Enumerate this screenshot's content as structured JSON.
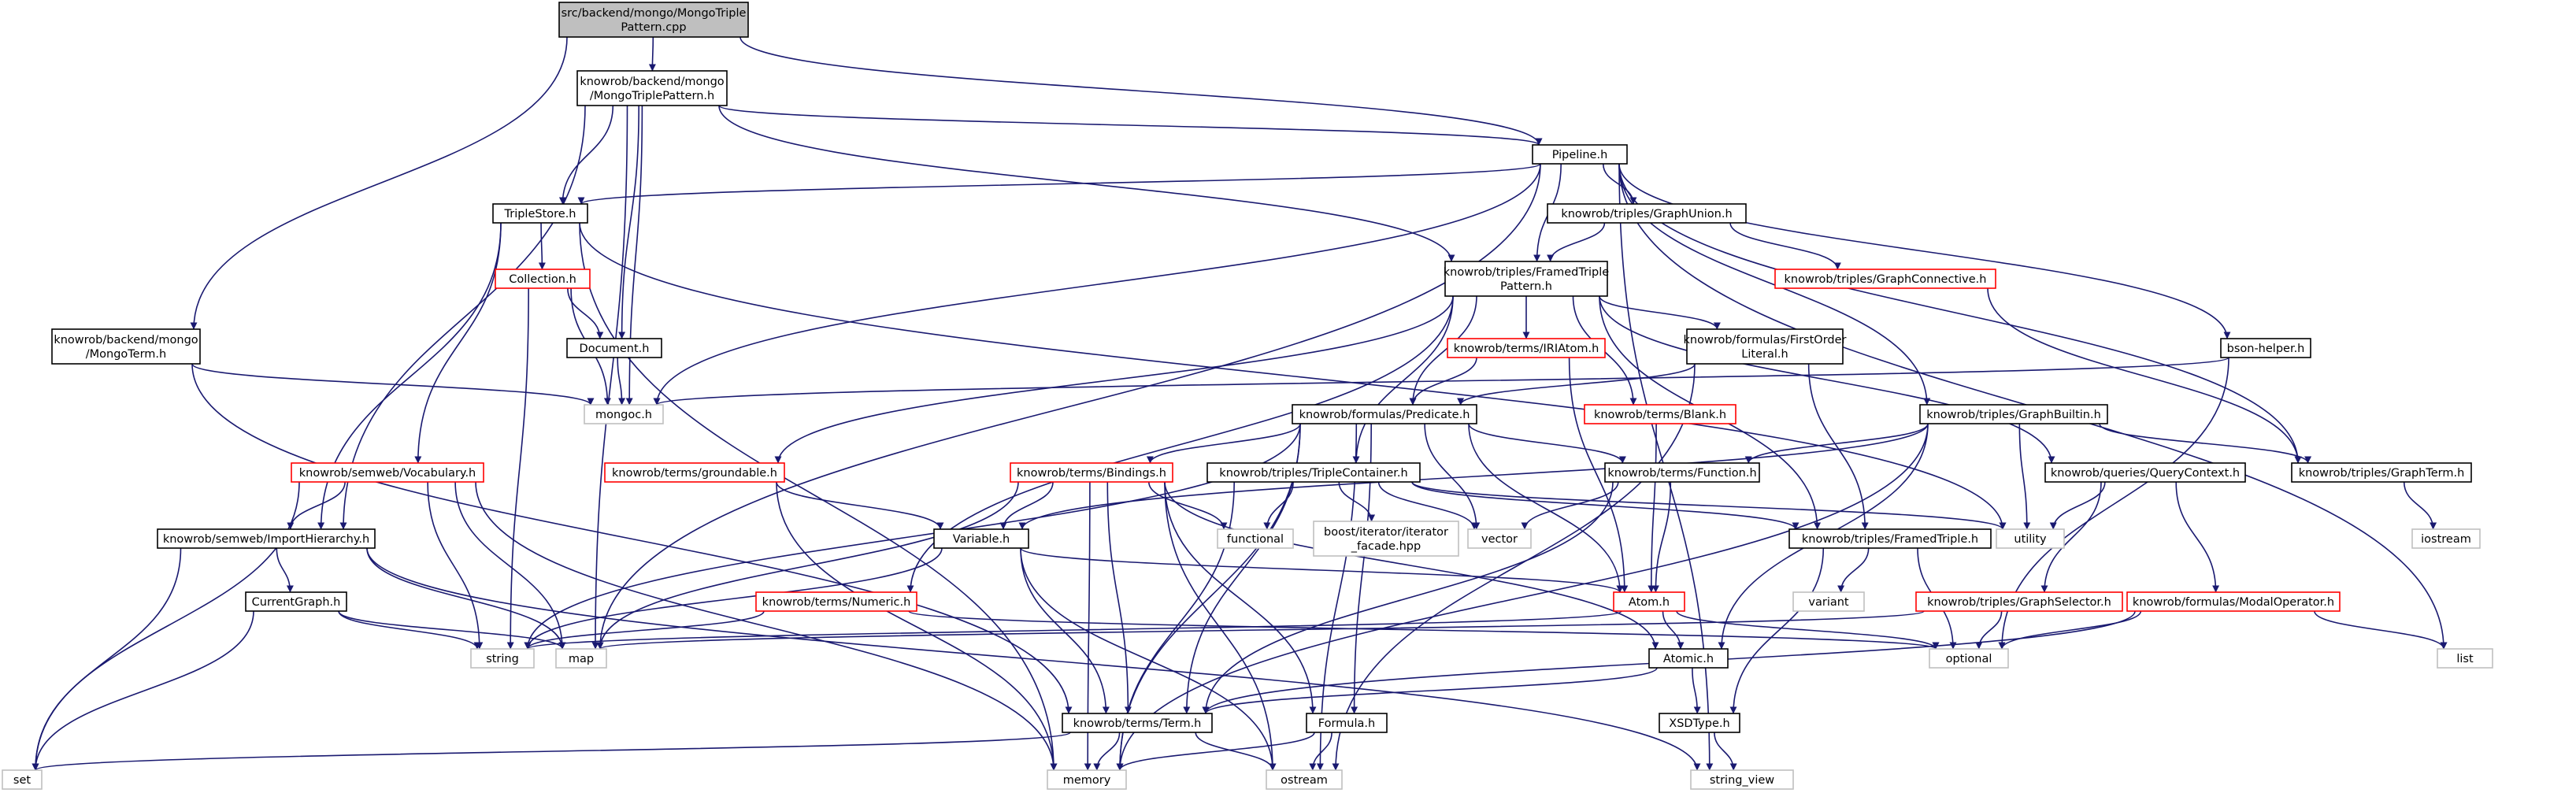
{
  "colors": {
    "edge": "#191970",
    "root_fill": "#bfbfbf",
    "node_border": "#000000",
    "node_border_undocumented": "#ff0000",
    "node_border_external": "#bfbfbf",
    "node_fill": "#ffffff"
  },
  "nodes": [
    {
      "id": "root",
      "lines": [
        "src/backend/mongo/MongoTriple",
        "Pattern.cpp"
      ],
      "kind": "root"
    },
    {
      "id": "mongo_triple_pattern_h",
      "lines": [
        "knowrob/backend/mongo",
        "/MongoTriplePattern.h"
      ],
      "kind": "normal"
    },
    {
      "id": "mongo_term_h",
      "lines": [
        "knowrob/backend/mongo",
        "/MongoTerm.h"
      ],
      "kind": "normal"
    },
    {
      "id": "pipeline_h",
      "lines": [
        "Pipeline.h"
      ],
      "kind": "normal"
    },
    {
      "id": "triplestore_h",
      "lines": [
        "TripleStore.h"
      ],
      "kind": "normal"
    },
    {
      "id": "graphunion_h",
      "lines": [
        "knowrob/triples/GraphUnion.h"
      ],
      "kind": "normal"
    },
    {
      "id": "graphconnective_h",
      "lines": [
        "knowrob/triples/GraphConnective.h"
      ],
      "kind": "undocumented"
    },
    {
      "id": "collection_h",
      "lines": [
        "Collection.h"
      ],
      "kind": "undocumented"
    },
    {
      "id": "document_h",
      "lines": [
        "Document.h"
      ],
      "kind": "normal"
    },
    {
      "id": "framedtriplepattern_h",
      "lines": [
        "knowrob/triples/FramedTriple",
        "Pattern.h"
      ],
      "kind": "normal"
    },
    {
      "id": "iriatom_h",
      "lines": [
        "knowrob/terms/IRIAtom.h"
      ],
      "kind": "undocumented"
    },
    {
      "id": "firstorderliteral_h",
      "lines": [
        "knowrob/formulas/FirstOrder",
        "Literal.h"
      ],
      "kind": "normal"
    },
    {
      "id": "bsonhelper_h",
      "lines": [
        "bson-helper.h"
      ],
      "kind": "normal"
    },
    {
      "id": "blank_h",
      "lines": [
        "knowrob/terms/Blank.h"
      ],
      "kind": "undocumented"
    },
    {
      "id": "mongoc_h",
      "lines": [
        "mongoc.h"
      ],
      "kind": "external"
    },
    {
      "id": "predicate_h",
      "lines": [
        "knowrob/formulas/Predicate.h"
      ],
      "kind": "normal"
    },
    {
      "id": "graphbuiltin_h",
      "lines": [
        "knowrob/triples/GraphBuiltin.h"
      ],
      "kind": "normal"
    },
    {
      "id": "vocabulary_h",
      "lines": [
        "knowrob/semweb/Vocabulary.h"
      ],
      "kind": "undocumented"
    },
    {
      "id": "groundable_h",
      "lines": [
        "knowrob/terms/groundable.h"
      ],
      "kind": "undocumented"
    },
    {
      "id": "bindings_h",
      "lines": [
        "knowrob/terms/Bindings.h"
      ],
      "kind": "undocumented"
    },
    {
      "id": "triplecontainer_h",
      "lines": [
        "knowrob/triples/TripleContainer.h"
      ],
      "kind": "normal"
    },
    {
      "id": "function_h",
      "lines": [
        "knowrob/terms/Function.h"
      ],
      "kind": "normal"
    },
    {
      "id": "querycontext_h",
      "lines": [
        "knowrob/queries/QueryContext.h"
      ],
      "kind": "normal"
    },
    {
      "id": "graphterm_h",
      "lines": [
        "knowrob/triples/GraphTerm.h"
      ],
      "kind": "normal"
    },
    {
      "id": "importhierarchy_h",
      "lines": [
        "knowrob/semweb/ImportHierarchy.h"
      ],
      "kind": "normal"
    },
    {
      "id": "variable_h",
      "lines": [
        "Variable.h"
      ],
      "kind": "normal"
    },
    {
      "id": "functional",
      "lines": [
        "functional"
      ],
      "kind": "external"
    },
    {
      "id": "iterator_facade",
      "lines": [
        "boost/iterator/iterator",
        "_facade.hpp"
      ],
      "kind": "external"
    },
    {
      "id": "vector",
      "lines": [
        "vector"
      ],
      "kind": "external"
    },
    {
      "id": "utility",
      "lines": [
        "utility"
      ],
      "kind": "external"
    },
    {
      "id": "framedtriple_h",
      "lines": [
        "knowrob/triples/FramedTriple.h"
      ],
      "kind": "normal"
    },
    {
      "id": "iostream",
      "lines": [
        "iostream"
      ],
      "kind": "external"
    },
    {
      "id": "currentgraph_h",
      "lines": [
        "CurrentGraph.h"
      ],
      "kind": "normal"
    },
    {
      "id": "numeric_h",
      "lines": [
        "knowrob/terms/Numeric.h"
      ],
      "kind": "undocumented"
    },
    {
      "id": "atom_h",
      "lines": [
        "Atom.h"
      ],
      "kind": "undocumented"
    },
    {
      "id": "variant",
      "lines": [
        "variant"
      ],
      "kind": "external"
    },
    {
      "id": "graphselector_h",
      "lines": [
        "knowrob/triples/GraphSelector.h"
      ],
      "kind": "undocumented"
    },
    {
      "id": "modaloperator_h",
      "lines": [
        "knowrob/formulas/ModalOperator.h"
      ],
      "kind": "undocumented"
    },
    {
      "id": "string",
      "lines": [
        "string"
      ],
      "kind": "external"
    },
    {
      "id": "map",
      "lines": [
        "map"
      ],
      "kind": "external"
    },
    {
      "id": "atomic_h",
      "lines": [
        "Atomic.h"
      ],
      "kind": "normal"
    },
    {
      "id": "optional",
      "lines": [
        "optional"
      ],
      "kind": "external"
    },
    {
      "id": "list",
      "lines": [
        "list"
      ],
      "kind": "external"
    },
    {
      "id": "term_h",
      "lines": [
        "knowrob/terms/Term.h"
      ],
      "kind": "normal"
    },
    {
      "id": "formula_h",
      "lines": [
        "Formula.h"
      ],
      "kind": "normal"
    },
    {
      "id": "xsdtype_h",
      "lines": [
        "XSDType.h"
      ],
      "kind": "normal"
    },
    {
      "id": "set",
      "lines": [
        "set"
      ],
      "kind": "external"
    },
    {
      "id": "memory",
      "lines": [
        "memory"
      ],
      "kind": "external"
    },
    {
      "id": "ostream",
      "lines": [
        "ostream"
      ],
      "kind": "external"
    },
    {
      "id": "string_view",
      "lines": [
        "string_view"
      ],
      "kind": "external"
    }
  ],
  "edges": [
    [
      "root",
      "mongo_triple_pattern_h"
    ],
    [
      "root",
      "mongo_term_h"
    ],
    [
      "root",
      "pipeline_h"
    ],
    [
      "mongo_triple_pattern_h",
      "pipeline_h"
    ],
    [
      "mongo_triple_pattern_h",
      "triplestore_h"
    ],
    [
      "mongo_triple_pattern_h",
      "framedtriplepattern_h"
    ],
    [
      "mongo_triple_pattern_h",
      "document_h"
    ],
    [
      "mongo_triple_pattern_h",
      "mongoc_h"
    ],
    [
      "mongo_triple_pattern_h",
      "importhierarchy_h"
    ],
    [
      "mongo_triple_pattern_h",
      "map"
    ],
    [
      "mongo_term_h",
      "mongoc_h"
    ],
    [
      "mongo_term_h",
      "term_h"
    ],
    [
      "pipeline_h",
      "triplestore_h"
    ],
    [
      "pipeline_h",
      "graphunion_h"
    ],
    [
      "pipeline_h",
      "framedtriplepattern_h"
    ],
    [
      "pipeline_h",
      "bsonhelper_h"
    ],
    [
      "pipeline_h",
      "graphbuiltin_h"
    ],
    [
      "pipeline_h",
      "graphterm_h"
    ],
    [
      "pipeline_h",
      "mongoc_h"
    ],
    [
      "pipeline_h",
      "map"
    ],
    [
      "pipeline_h",
      "list"
    ],
    [
      "pipeline_h",
      "string_view"
    ],
    [
      "triplestore_h",
      "collection_h"
    ],
    [
      "triplestore_h",
      "vocabulary_h"
    ],
    [
      "triplestore_h",
      "importhierarchy_h"
    ],
    [
      "triplestore_h",
      "memory"
    ],
    [
      "triplestore_h",
      "utility"
    ],
    [
      "graphunion_h",
      "framedtriplepattern_h"
    ],
    [
      "graphunion_h",
      "graphconnective_h"
    ],
    [
      "graphconnective_h",
      "graphterm_h"
    ],
    [
      "collection_h",
      "document_h"
    ],
    [
      "collection_h",
      "mongoc_h"
    ],
    [
      "collection_h",
      "string"
    ],
    [
      "document_h",
      "mongoc_h"
    ],
    [
      "framedtriplepattern_h",
      "iriatom_h"
    ],
    [
      "framedtriplepattern_h",
      "firstorderliteral_h"
    ],
    [
      "framedtriplepattern_h",
      "blank_h"
    ],
    [
      "framedtriplepattern_h",
      "predicate_h"
    ],
    [
      "framedtriplepattern_h",
      "querycontext_h"
    ],
    [
      "framedtriplepattern_h",
      "framedtriple_h"
    ],
    [
      "framedtriplepattern_h",
      "triplecontainer_h"
    ],
    [
      "framedtriplepattern_h",
      "groundable_h"
    ],
    [
      "framedtriplepattern_h",
      "numeric_h"
    ],
    [
      "iriatom_h",
      "atom_h"
    ],
    [
      "iriatom_h",
      "predicate_h"
    ],
    [
      "firstorderliteral_h",
      "predicate_h"
    ],
    [
      "firstorderliteral_h",
      "framedtriple_h"
    ],
    [
      "firstorderliteral_h",
      "ostream"
    ],
    [
      "blank_h",
      "atom_h"
    ],
    [
      "bsonhelper_h",
      "mongoc_h"
    ],
    [
      "bsonhelper_h",
      "optional"
    ],
    [
      "predicate_h",
      "bindings_h"
    ],
    [
      "predicate_h",
      "function_h"
    ],
    [
      "predicate_h",
      "vector"
    ],
    [
      "predicate_h",
      "atom_h"
    ],
    [
      "predicate_h",
      "formula_h"
    ],
    [
      "predicate_h",
      "term_h"
    ],
    [
      "predicate_h",
      "string"
    ],
    [
      "predicate_h",
      "memory"
    ],
    [
      "predicate_h",
      "ostream"
    ],
    [
      "graphbuiltin_h",
      "function_h"
    ],
    [
      "graphbuiltin_h",
      "graphterm_h"
    ],
    [
      "graphbuiltin_h",
      "variable_h"
    ],
    [
      "graphbuiltin_h",
      "utility"
    ],
    [
      "graphbuiltin_h",
      "atomic_h"
    ],
    [
      "graphbuiltin_h",
      "memory"
    ],
    [
      "vocabulary_h",
      "importhierarchy_h"
    ],
    [
      "vocabulary_h",
      "string"
    ],
    [
      "vocabulary_h",
      "map"
    ],
    [
      "vocabulary_h",
      "memory"
    ],
    [
      "vocabulary_h",
      "set"
    ],
    [
      "groundable_h",
      "variable_h"
    ],
    [
      "groundable_h",
      "memory"
    ],
    [
      "bindings_h",
      "variable_h"
    ],
    [
      "bindings_h",
      "functional"
    ],
    [
      "bindings_h",
      "map"
    ],
    [
      "bindings_h",
      "term_h"
    ],
    [
      "bindings_h",
      "atomic_h"
    ],
    [
      "bindings_h",
      "formula_h"
    ],
    [
      "bindings_h",
      "memory"
    ],
    [
      "bindings_h",
      "ostream"
    ],
    [
      "triplecontainer_h",
      "functional"
    ],
    [
      "triplecontainer_h",
      "iterator_facade"
    ],
    [
      "triplecontainer_h",
      "vector"
    ],
    [
      "triplecontainer_h",
      "utility"
    ],
    [
      "triplecontainer_h",
      "framedtriple_h"
    ],
    [
      "triplecontainer_h",
      "memory"
    ],
    [
      "function_h",
      "vector"
    ],
    [
      "function_h",
      "atom_h"
    ],
    [
      "function_h",
      "term_h"
    ],
    [
      "querycontext_h",
      "utility"
    ],
    [
      "querycontext_h",
      "graphselector_h"
    ],
    [
      "querycontext_h",
      "modaloperator_h"
    ],
    [
      "graphterm_h",
      "iostream"
    ],
    [
      "importhierarchy_h",
      "currentgraph_h"
    ],
    [
      "importhierarchy_h",
      "map"
    ],
    [
      "importhierarchy_h",
      "set"
    ],
    [
      "importhierarchy_h",
      "string_view"
    ],
    [
      "variable_h",
      "atom_h"
    ],
    [
      "variable_h",
      "string"
    ],
    [
      "variable_h",
      "term_h"
    ],
    [
      "variable_h",
      "ostream"
    ],
    [
      "framedtriple_h",
      "variant"
    ],
    [
      "framedtriple_h",
      "optional"
    ],
    [
      "framedtriple_h",
      "xsdtype_h"
    ],
    [
      "currentgraph_h",
      "string"
    ],
    [
      "currentgraph_h",
      "map"
    ],
    [
      "currentgraph_h",
      "set"
    ],
    [
      "numeric_h",
      "string"
    ],
    [
      "numeric_h",
      "optional"
    ],
    [
      "atom_h",
      "atomic_h"
    ],
    [
      "atom_h",
      "optional"
    ],
    [
      "atom_h",
      "string"
    ],
    [
      "graphselector_h",
      "optional"
    ],
    [
      "graphselector_h",
      "map"
    ],
    [
      "modaloperator_h",
      "optional"
    ],
    [
      "modaloperator_h",
      "list"
    ],
    [
      "modaloperator_h",
      "term_h"
    ],
    [
      "atomic_h",
      "term_h"
    ],
    [
      "atomic_h",
      "xsdtype_h"
    ],
    [
      "term_h",
      "set"
    ],
    [
      "term_h",
      "memory"
    ],
    [
      "term_h",
      "ostream"
    ],
    [
      "formula_h",
      "memory"
    ],
    [
      "formula_h",
      "ostream"
    ],
    [
      "xsdtype_h",
      "string_view"
    ]
  ]
}
